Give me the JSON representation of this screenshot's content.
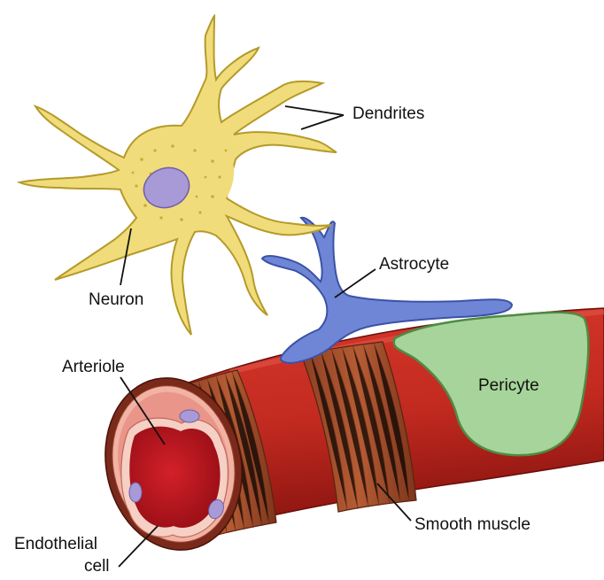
{
  "labels": {
    "dendrites": "Dendrites",
    "neuron": "Neuron",
    "astrocyte": "Astrocyte",
    "pericyte": "Pericyte",
    "arteriole": "Arteriole",
    "endothelial_line1": "Endothelial",
    "endothelial_line2": "cell",
    "smooth_muscle": "Smooth muscle"
  },
  "colors": {
    "neuron_fill": "#f0dc7a",
    "neuron_stroke": "#b59a2a",
    "nucleus": "#a89ad6",
    "astrocyte_fill": "#6f86d6",
    "astrocyte_stroke": "#3b52a6",
    "pericyte_fill": "#a6d49a",
    "pericyte_stroke": "#4f8a44",
    "vessel_red": "#c92a22",
    "vessel_dark": "#8e1712",
    "muscle_band": "#a8502c",
    "lumen": "#b8141c",
    "endothelium": "#f3c2b6"
  }
}
